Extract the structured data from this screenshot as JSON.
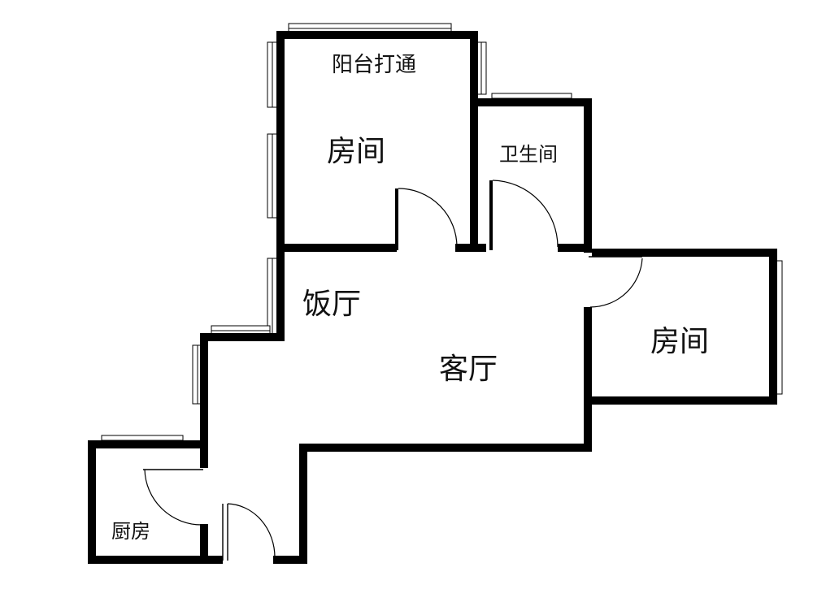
{
  "rooms": {
    "balcony_note": "阳台打通",
    "bedroom_north": "房间",
    "bathroom": "卫生间",
    "dining": "饭厅",
    "living": "客厅",
    "bedroom_east": "房间",
    "kitchen": "厨房"
  },
  "colors": {
    "wall": "#000000",
    "background": "#ffffff",
    "text": "#111111"
  }
}
